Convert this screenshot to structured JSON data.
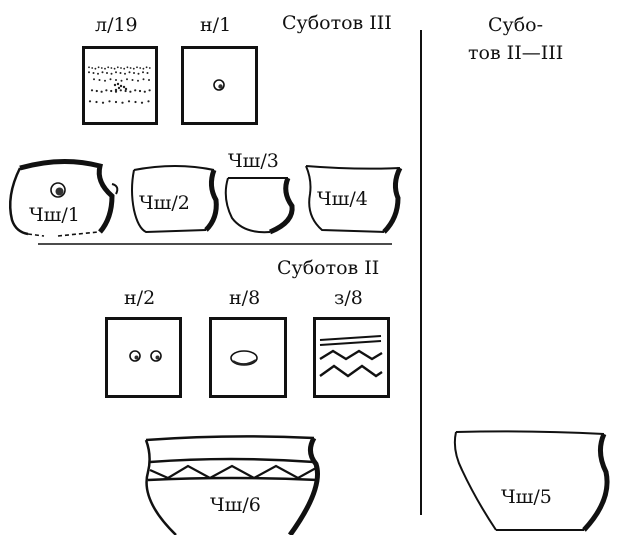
{
  "headings": {
    "subotov_3": "Суботов III",
    "subotov_2_3_line1": "Субо-",
    "subotov_2_3_line2": "тов II—III",
    "subotov_2": "Суботов II"
  },
  "tiles": [
    {
      "label": "л/19",
      "decoration": "dotted-rows"
    },
    {
      "label": "н/1",
      "decoration": "single-dot"
    },
    {
      "label": "н/2",
      "decoration": "two-dots"
    },
    {
      "label": "н/8",
      "decoration": "oval"
    },
    {
      "label": "з/8",
      "decoration": "lines-and-zigzags"
    }
  ],
  "vessels": [
    {
      "label": "Чш/1"
    },
    {
      "label": "Чш/2"
    },
    {
      "label": "Чш/3"
    },
    {
      "label": "Чш/4"
    },
    {
      "label": "Чш/6"
    },
    {
      "label": "Чш/5"
    }
  ]
}
